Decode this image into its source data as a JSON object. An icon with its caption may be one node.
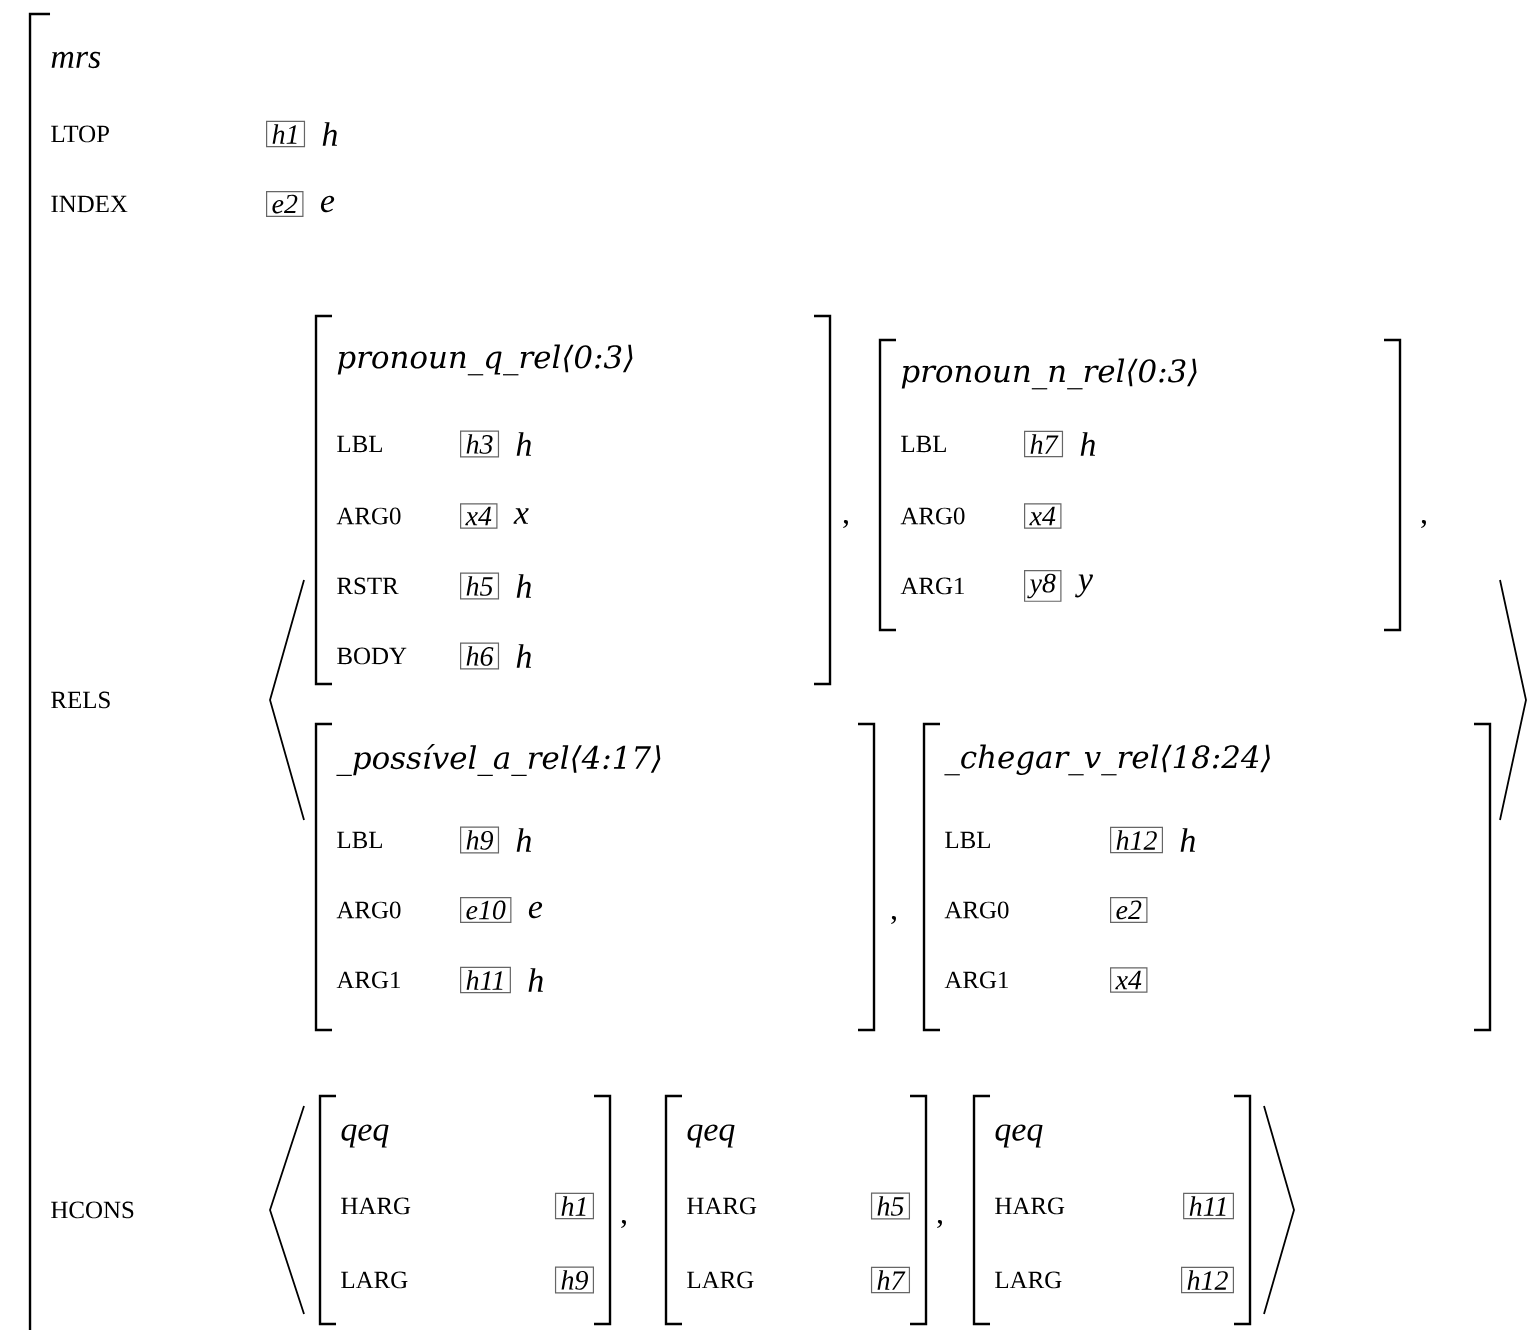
{
  "diagram": {
    "nodes": [
      {
        "text": [
          "mrs",
          "LTOP",
          "INDEX",
          "RELS",
          "HCONS"
        ]
      },
      {
        "text": [
          "h1"
        ],
        "in": 0,
        "beside": [
          "h"
        ]
      },
      {
        "text": [
          "e2"
        ],
        "in": 0,
        "beside": [
          "e"
        ]
      },
      {
        "text": [
          "pronoun_q_rel⟨0:3⟩",
          "LBL",
          "ARG0",
          "RSTR",
          "BODY"
        ],
        "in": 0
      },
      {
        "text": [
          "h3"
        ],
        "in": 3,
        "beside": [
          "h"
        ]
      },
      {
        "text": [
          "x4"
        ],
        "in": 3,
        "beside": [
          "x"
        ]
      },
      {
        "text": [
          "h5"
        ],
        "in": 3,
        "beside": [
          "h"
        ]
      },
      {
        "text": [
          "h6"
        ],
        "in": 3,
        "beside": [
          "h"
        ]
      },
      {
        "text": [
          "pronoun_n_rel⟨0:3⟩",
          "LBL",
          "ARG0",
          "ARG1"
        ],
        "in": 0
      },
      {
        "text": [
          "h7"
        ],
        "in": 8,
        "beside": [
          "h"
        ]
      },
      {
        "text": [
          "x4"
        ],
        "in": 8
      },
      {
        "text": [
          "y8"
        ],
        "in": 8,
        "beside": [
          "y"
        ]
      },
      {
        "text": [
          "_possível_a_rel⟨4:17⟩",
          "LBL",
          "ARG0",
          "ARG1"
        ],
        "in": 0
      },
      {
        "text": [
          "h9"
        ],
        "in": 12,
        "beside": [
          "h"
        ]
      },
      {
        "text": [
          "e10"
        ],
        "in": 12,
        "beside": [
          "e"
        ]
      },
      {
        "text": [
          "h11"
        ],
        "in": 12,
        "beside": [
          "h"
        ]
      },
      {
        "text": [
          "_chegar_v_rel⟨18:24⟩",
          "LBL",
          "ARG0",
          "ARG1"
        ],
        "in": 0
      },
      {
        "text": [
          "h12"
        ],
        "in": 16,
        "beside": [
          "h"
        ]
      },
      {
        "text": [
          "e2"
        ],
        "in": 16
      },
      {
        "text": [
          "x4"
        ],
        "in": 16
      },
      {
        "text": [
          "qeq",
          "HARG",
          "LARG"
        ],
        "in": 0
      },
      {
        "text": [
          "h1"
        ],
        "in": 20
      },
      {
        "text": [
          "h9"
        ],
        "in": 20
      },
      {
        "text": [
          "qeq",
          "HARG",
          "LARG"
        ],
        "in": 0
      },
      {
        "text": [
          "h5"
        ],
        "in": 23
      },
      {
        "text": [
          "h7"
        ],
        "in": 23
      },
      {
        "text": [
          "qeq",
          "HARG",
          "LARG"
        ],
        "in": 0
      },
      {
        "text": [
          "h11"
        ],
        "in": 26
      },
      {
        "text": [
          "h12"
        ],
        "in": 26
      }
    ],
    "labels": [
      ",",
      ",",
      ",",
      ",",
      ","
    ]
  }
}
